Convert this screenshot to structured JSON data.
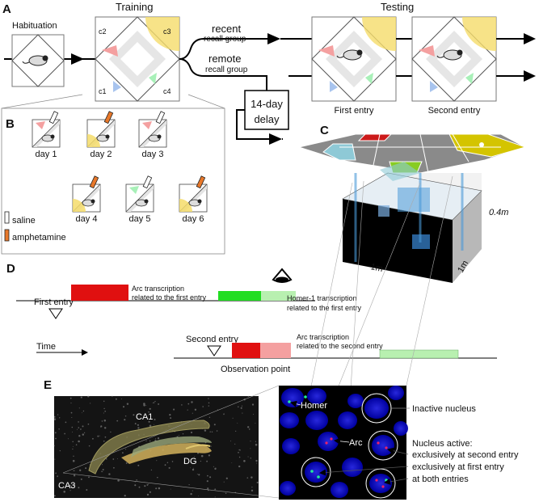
{
  "panels": {
    "a": "A",
    "b": "B",
    "c": "C",
    "d": "D",
    "e": "E"
  },
  "panel_a": {
    "habituation": "Habituation",
    "training": "Training",
    "testing": "Testing",
    "recent": "recent",
    "recent_sub": "recall group",
    "remote": "remote",
    "remote_sub": "recall group",
    "delay_1": "14-day",
    "delay_2": "delay",
    "first_entry": "First entry",
    "second_entry": "Second entry",
    "corners": {
      "c1": "c1",
      "c2": "c2",
      "c3": "c3",
      "c4": "c4"
    }
  },
  "panel_b": {
    "days": [
      "day 1",
      "day 2",
      "day 3",
      "day 4",
      "day 5",
      "day 6"
    ],
    "legend_saline": "saline",
    "legend_amphetamine": "amphetamine"
  },
  "panel_c": {
    "height": "0.4m",
    "width_1": "1m",
    "width_2": "1m"
  },
  "panel_d": {
    "first_entry": "First entry",
    "arc_first_1": "Arc transcription",
    "arc_first_2": "related to the first entry",
    "homer_1": "Homer-1 transcription",
    "homer_2": "related to the first entry",
    "time": "Time",
    "second_entry": "Second entry",
    "arc_second_1": "Arc transcription",
    "arc_second_2": "related to the second entry",
    "observation": "Observation point"
  },
  "panel_e": {
    "ca1": "CA1",
    "dg": "DG",
    "ca3": "CA3",
    "homer": "Homer",
    "arc": "Arc",
    "inactive": "Inactive nucleus",
    "active_1": "Nucleus active:",
    "active_2": "exclusively at second entry",
    "active_3": "exclusively at first entry",
    "active_4": "at both entries"
  },
  "colors": {
    "red": "#e01010",
    "pink": "#f4a0a0",
    "green": "#22dd22",
    "light_green": "#b8f0b0",
    "yellow": "#f5dc6a",
    "blue": "#a8c4ee",
    "nucleus_blue": "#0a0acc",
    "arena_gray": "#e4e4e4",
    "amphetamine": "#e8782a"
  }
}
